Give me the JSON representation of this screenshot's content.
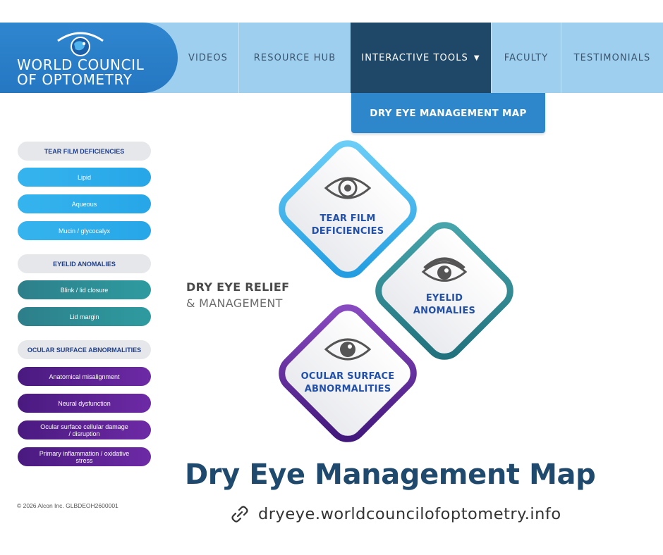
{
  "brand": {
    "line1": "WORLD COUNCIL",
    "line2": "OF OPTOMETRY"
  },
  "nav": {
    "items": [
      {
        "label": "VIDEOS"
      },
      {
        "label": "RESOURCE HUB"
      },
      {
        "label": "INTERACTIVE TOOLS"
      },
      {
        "label": "FACULTY"
      },
      {
        "label": "TESTIMONIALS"
      }
    ],
    "active_index": 2,
    "dropdown_item": "DRY EYE MANAGEMENT MAP"
  },
  "sidebar": {
    "groups": [
      {
        "title": "TEAR FILM DEFICIENCIES",
        "items": [
          "Lipid",
          "Aqueous",
          "Mucin / glycocalyx"
        ]
      },
      {
        "title": "EYELID ANOMALIES",
        "items": [
          "Blink / lid closure",
          "Lid margin"
        ]
      },
      {
        "title": "OCULAR SURFACE ABNORMALITIES",
        "items": [
          "Anatomical misalignment",
          "Neural dysfunction",
          "Ocular surface cellular damage / disruption",
          "Primary inflammation / oxidative stress"
        ]
      }
    ]
  },
  "copyright": "© 2026 Alcon Inc. GLBDEOH2600001",
  "map": {
    "relief_line1": "DRY EYE RELIEF",
    "relief_line2": "& MANAGEMENT",
    "diamonds": [
      {
        "line1": "TEAR FILM",
        "line2": "DEFICIENCIES",
        "color": "#3aaeea"
      },
      {
        "line1": "EYELID",
        "line2": "ANOMALIES",
        "color": "#2f8b93"
      },
      {
        "line1": "OCULAR SURFACE",
        "line2": "ABNORMALITIES",
        "color": "#5a2596"
      }
    ]
  },
  "title": "Dry Eye Management Map",
  "url": "dryeye.worldcouncilofoptometry.info",
  "colors": {
    "nav_bg": "#9fcfef",
    "logo_bg": "#2577c2",
    "active_nav": "#1f4868",
    "dropdown_bg": "#2e86cb",
    "title_text": "#1f4a6d",
    "sidebar_blue": "#27a6e8",
    "sidebar_teal": "#2e8f96",
    "sidebar_purple": "#5d2296"
  }
}
